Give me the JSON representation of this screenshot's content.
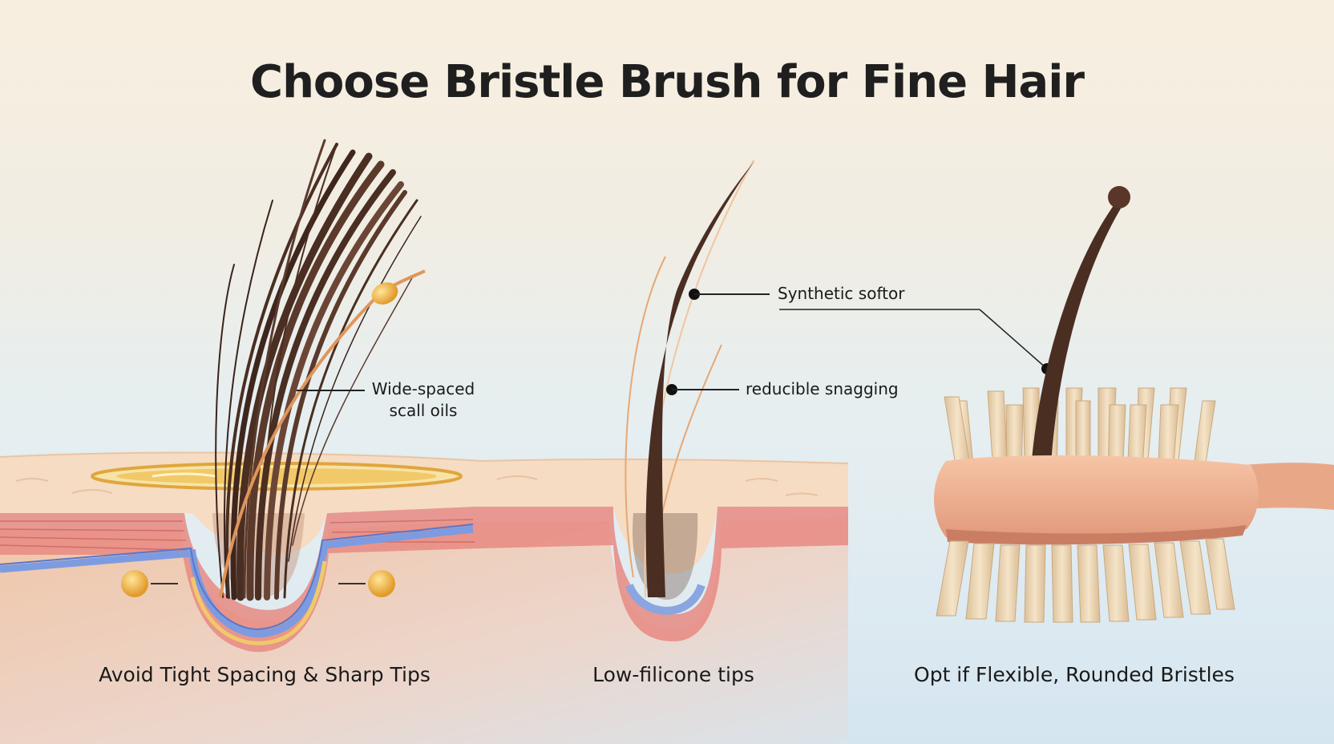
{
  "title": "Choose Bristle Brush for Fine Hair",
  "callouts": {
    "wide_spaced_line1": "Wide-spaced",
    "wide_spaced_line2": "scall oils",
    "synthetic": "Synthetic softor",
    "reducible": "reducible snagging"
  },
  "captions": {
    "left": "Avoid Tight Spacing & Sharp Tips",
    "middle": "Low-filicone tips",
    "right": "Opt if Flexible, Rounded Bristles"
  },
  "colors": {
    "hair": "#4a2e22",
    "skin": "#f3d3b8",
    "oil": "#e8b552",
    "brush_body": "#eeb08f",
    "bristle": "#ecd6b4"
  }
}
